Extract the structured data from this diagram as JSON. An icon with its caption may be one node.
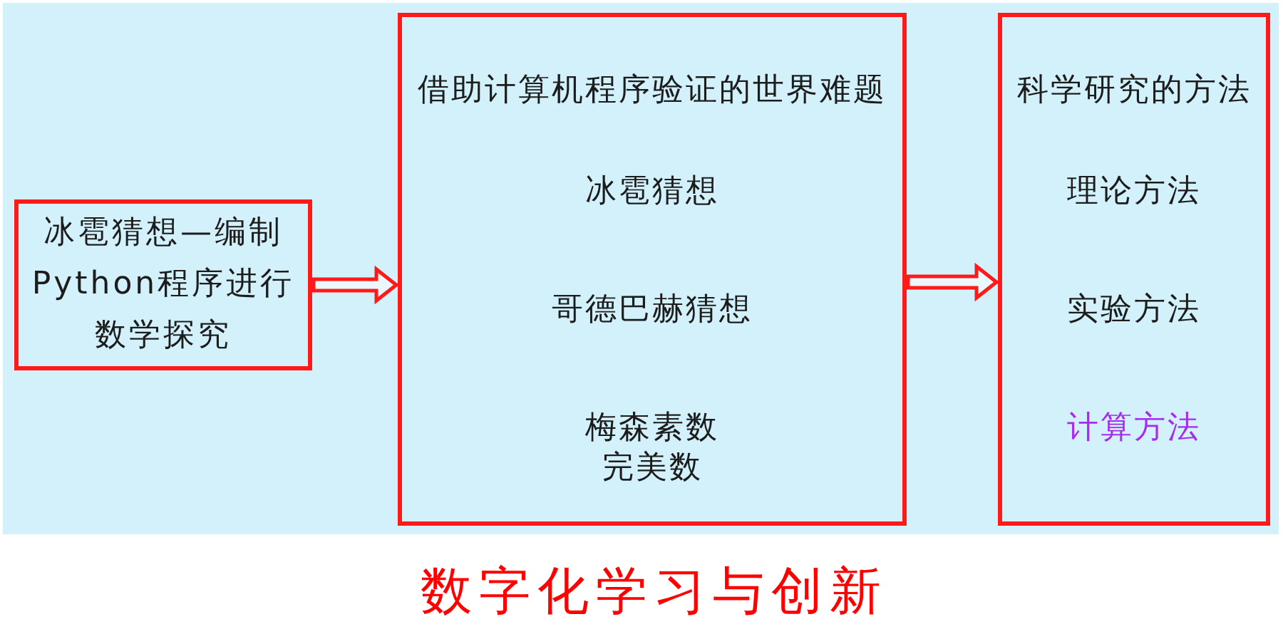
{
  "diagram": {
    "caption": "数字化学习与创新",
    "nodes": [
      {
        "text": [
          "冰雹猜想—编制Python程序进行数学探究"
        ]
      },
      {
        "text": [
          "借助计算机程序验证的世界难题",
          "冰雹猜想",
          "哥德巴赫猜想",
          "梅森素数",
          "完美数"
        ]
      },
      {
        "text": [
          "科学研究的方法",
          "理论方法",
          "实验方法",
          "计算方法"
        ]
      }
    ],
    "edges": [
      {
        "from": 0,
        "to": 1,
        "arrow": "to"
      },
      {
        "from": 1,
        "to": 2,
        "arrow": "to"
      }
    ]
  }
}
